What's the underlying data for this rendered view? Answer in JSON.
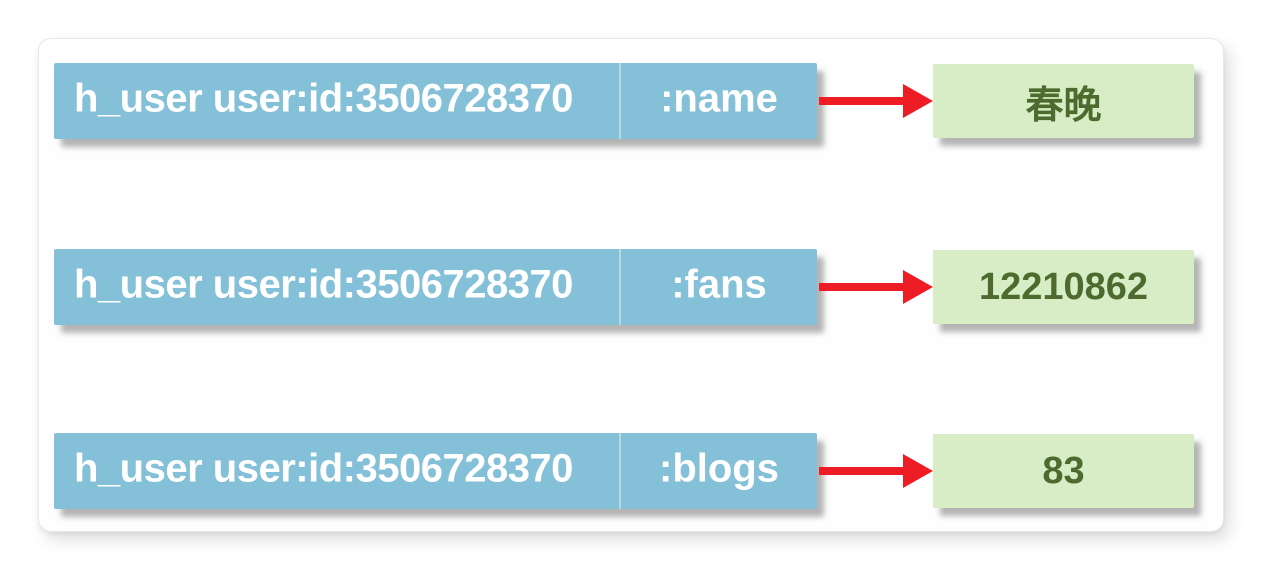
{
  "colors": {
    "key_box": "#84c1d8",
    "key_text": "#ffffff",
    "value_box": "#d8edc5",
    "value_text": "#4d6b2e",
    "arrow": "#ee1c25",
    "panel_border": "#e8e8e8"
  },
  "icons": {
    "arrow": "maps-to-arrow-right"
  },
  "rows": [
    {
      "key": "h_user user:id:3506728370",
      "field": ":name",
      "value": "春晚"
    },
    {
      "key": "h_user user:id:3506728370",
      "field": ":fans",
      "value": "12210862"
    },
    {
      "key": "h_user user:id:3506728370",
      "field": ":blogs",
      "value": "83"
    }
  ]
}
